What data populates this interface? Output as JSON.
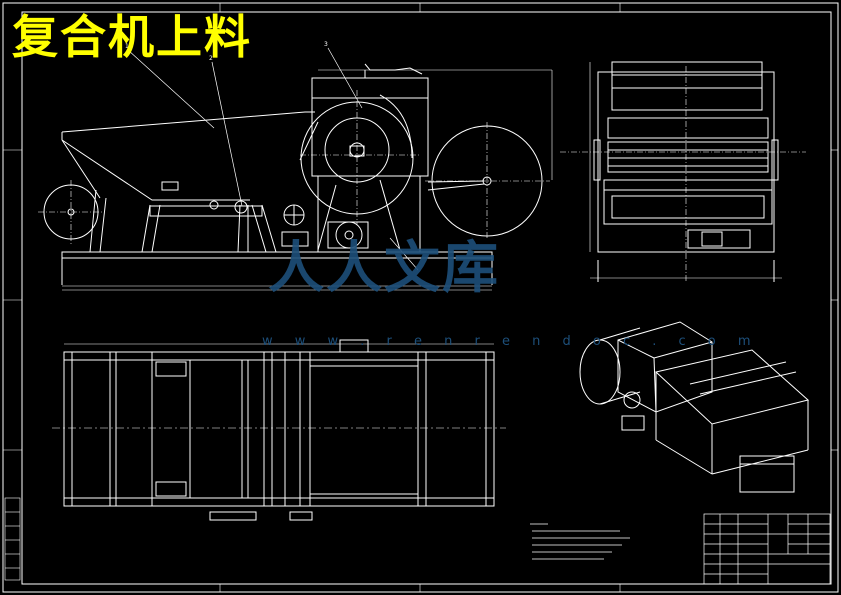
{
  "drawing": {
    "title": "复合机上料",
    "watermark": {
      "brand": "人人文库",
      "url": "w w w . r e n r e n d o c . c o m"
    },
    "balloons": [
      "1",
      "2",
      "3"
    ],
    "colors": {
      "background": "#000000",
      "line": "#ffffff",
      "title": "#ffff00",
      "watermark": "#1d4f7a"
    }
  }
}
